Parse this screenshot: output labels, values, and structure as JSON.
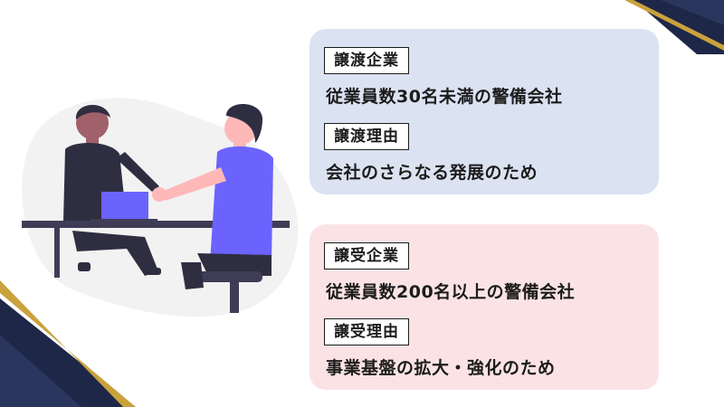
{
  "colors": {
    "navy": "#1e2747",
    "gold": "#c9a23c",
    "transfer_card_bg": "#dbe3f2",
    "acquire_card_bg": "#fbe3e5",
    "person_shirt": "#6c63ff",
    "dark_figure": "#2f2e41",
    "skin_light": "#ffb8b8",
    "skin_dark": "#a0616a",
    "blob_bg": "#f2f2f2"
  },
  "transfer": {
    "company_label": "譲渡企業",
    "company_value": "従業員数30名未満の警備会社",
    "reason_label": "譲渡理由",
    "reason_value": "会社のさらなる発展のため"
  },
  "acquirer": {
    "company_label": "譲受企業",
    "company_value": "従業員数200名以上の警備会社",
    "reason_label": "譲受理由",
    "reason_value": "事業基盤の拡大・強化のため"
  }
}
